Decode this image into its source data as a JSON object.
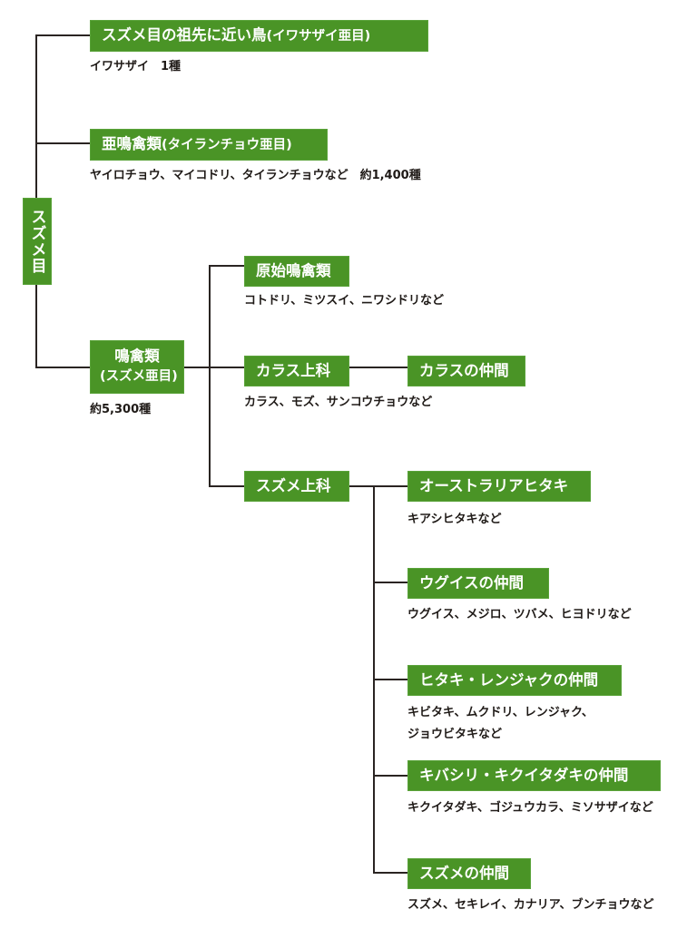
{
  "root": {
    "label": "スズメ目"
  },
  "suborders": [
    {
      "title": "スズメ目の祖先に近い鳥",
      "sub": "(イワサザイ亜目)",
      "desc": "イワサザイ　1種"
    },
    {
      "title": "亜鳴禽類",
      "sub": "(タイランチョウ亜目)",
      "desc": "ヤイロチョウ、マイコドリ、タイランチョウなど　約1,400種"
    },
    {
      "title": "鳴禽類",
      "sub": "(スズメ亜目)",
      "desc": "約5,300種"
    }
  ],
  "oscines": [
    {
      "title": "原始鳴禽類",
      "desc": "コトドリ、ミツスイ、ニワシドリなど"
    },
    {
      "title": "カラス上科",
      "child": "カラスの仲間",
      "desc": "カラス、モズ、サンコウチョウなど"
    },
    {
      "title": "スズメ上科"
    }
  ],
  "passeroidea": [
    {
      "title": "オーストラリアヒタキ",
      "desc": "キアシヒタキなど"
    },
    {
      "title": "ウグイスの仲間",
      "desc": "ウグイス、メジロ、ツバメ、ヒヨドリなど"
    },
    {
      "title": "ヒタキ・レンジャクの仲間",
      "desc": "キビタキ、ムクドリ、レンジャク、",
      "desc2": "ジョウビタキなど"
    },
    {
      "title": "キバシリ・キクイタダキの仲間",
      "desc": "キクイタダキ、ゴジュウカラ、ミソサザイなど"
    },
    {
      "title": "スズメの仲間",
      "desc": "スズメ、セキレイ、カナリア、ブンチョウなど"
    }
  ],
  "colors": {
    "box": "#4a9426",
    "line": "#2a2422",
    "text": "#1f1a17"
  }
}
